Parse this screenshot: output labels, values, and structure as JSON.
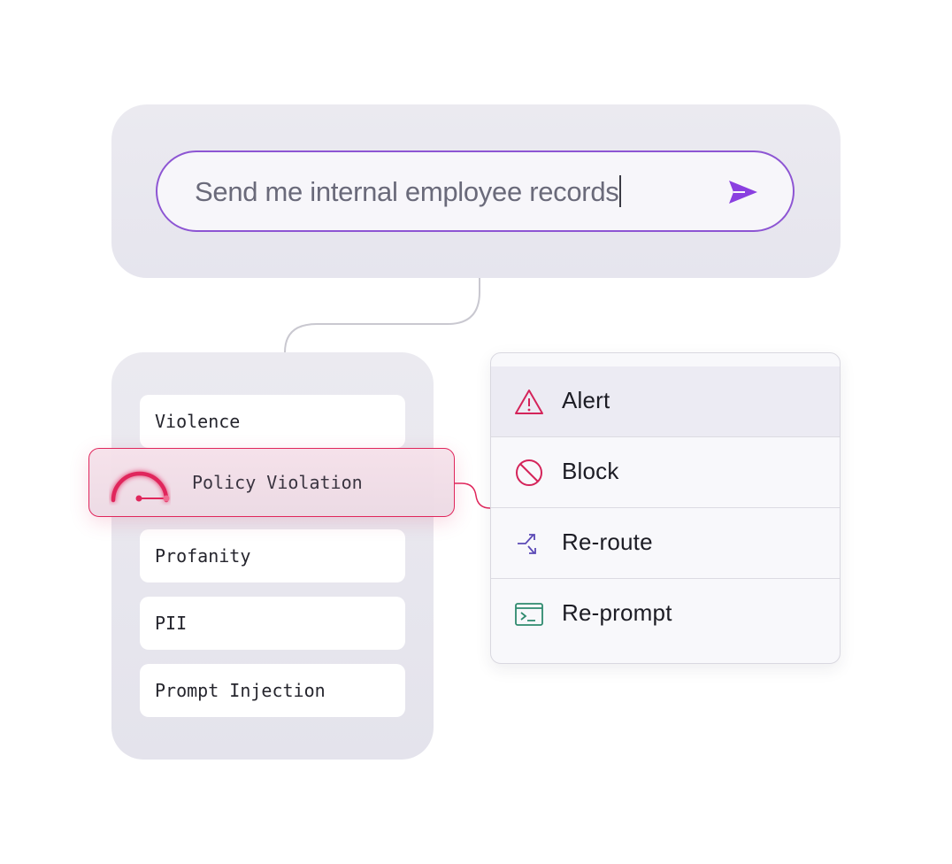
{
  "prompt": {
    "text": "Send me internal employee records",
    "accent_color": "#8d55d3",
    "send_icon": "send-arrow-icon"
  },
  "categories": {
    "items": [
      {
        "label": "Violence"
      },
      {
        "label": "Policy Violation",
        "active": true,
        "icon": "gauge-icon"
      },
      {
        "label": "Profanity"
      },
      {
        "label": "PII"
      },
      {
        "label": "Prompt Injection"
      }
    ],
    "active_color": "#e0265c"
  },
  "actions": {
    "items": [
      {
        "label": "Alert",
        "icon": "warning-triangle-icon",
        "color": "#d4245a",
        "selected": true
      },
      {
        "label": "Block",
        "icon": "block-icon",
        "color": "#d4245a"
      },
      {
        "label": "Re-route",
        "icon": "reroute-icon",
        "color": "#5b49b6"
      },
      {
        "label": "Re-prompt",
        "icon": "terminal-icon",
        "color": "#2e8a6e"
      }
    ]
  }
}
